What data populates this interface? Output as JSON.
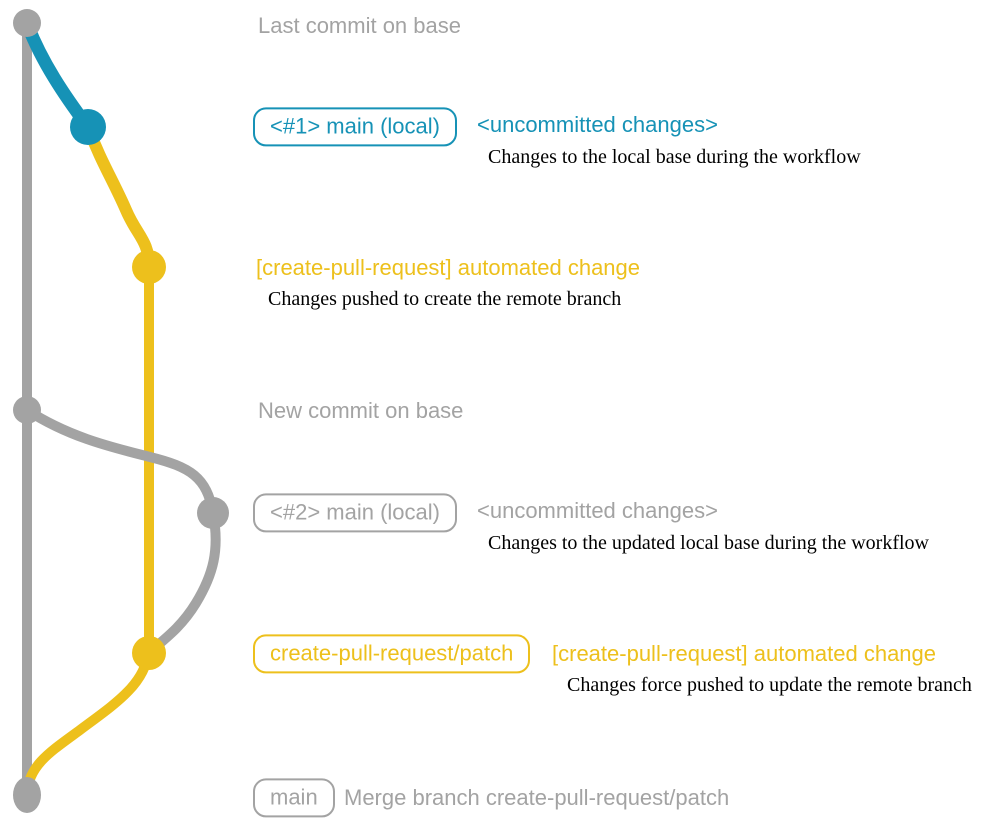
{
  "colors": {
    "gray": "#a3a3a3",
    "blue": "#1692b6",
    "yellow": "#edc01c",
    "ink": "#000000",
    "background": "#ffffff"
  },
  "labels": {
    "last_commit": "Last commit on base",
    "branch1_tag": "<#1> main (local)",
    "branch1_status": "<uncommitted changes>",
    "branch1_note": "Changes to the local base during the workflow",
    "auto_change_1": "[create-pull-request] automated change",
    "auto_change_1_note": "Changes pushed to create the remote branch",
    "new_commit": "New commit on base",
    "branch2_tag": "<#2> main (local)",
    "branch2_status": "<uncommitted changes>",
    "branch2_note": "Changes to the updated local base during the workflow",
    "patch_tag": "create-pull-request/patch",
    "auto_change_2": "[create-pull-request] automated change",
    "auto_change_2_note": "Changes force pushed to update the remote branch",
    "main_tag": "main",
    "merge_note": "Merge branch create-pull-request/patch"
  },
  "graph": {
    "nodes": [
      {
        "id": "base-last-commit",
        "color": "gray"
      },
      {
        "id": "local-main-commit-1",
        "color": "blue"
      },
      {
        "id": "patch-branch-commit-1",
        "color": "yellow"
      },
      {
        "id": "base-new-commit",
        "color": "gray"
      },
      {
        "id": "local-main-commit-2",
        "color": "gray"
      },
      {
        "id": "patch-branch-commit-2",
        "color": "yellow"
      },
      {
        "id": "base-merge-commit",
        "color": "gray"
      }
    ]
  }
}
